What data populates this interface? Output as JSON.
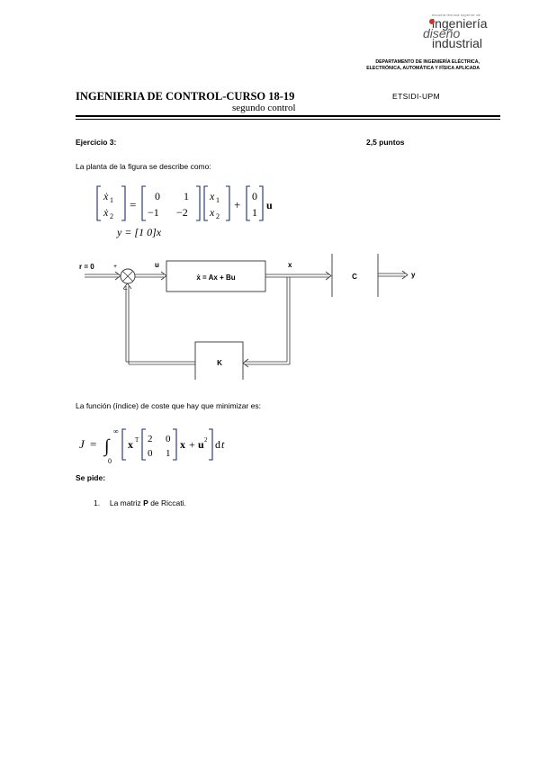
{
  "header": {
    "logo_small": "escuela técnica superior de",
    "logo_line1": "ingeniería",
    "logo_line2": "diseño",
    "logo_line3": "industrial",
    "dept_line1": "DEPARTAMENTO DE INGENIERÍA ELÉCTRICA,",
    "dept_line2": "ELECTRÓNICA, AUTOMÁTICA Y FÍSICA APLICADA",
    "course_title": "INGENIERIA DE CONTROL-CURSO 18-19",
    "subtitle": "segundo control",
    "school": "ETSIDI-UPM"
  },
  "exercise": {
    "title": "Ejercicio 3:",
    "points": "2,5 puntos",
    "intro": "La planta  de la figura se describe como:"
  },
  "state_eq": {
    "xdot1": "ẋ",
    "sub1": "1",
    "sub2": "2",
    "a11": "0",
    "a12": "1",
    "a21": "−1",
    "a22": "−2",
    "x": "x",
    "b1": "0",
    "b2": "1",
    "u": "u",
    "output": "y = [1   0]x"
  },
  "diagram": {
    "r_label": "r = 0",
    "plus_label": "+",
    "minus_label": "−",
    "u_label": "u",
    "plant_label": "ẋ = Ax + Bu",
    "x_label": "x",
    "c_label": "C",
    "y_label": "y",
    "k_label": "K"
  },
  "cost": {
    "intro": "La función (índice) de coste que hay que minimizar es:",
    "J": "J",
    "eq": "=",
    "upper": "∞",
    "lower": "0",
    "xT": "x",
    "T": "T",
    "q11": "2",
    "q12": "0",
    "q21": "0",
    "q22": "1",
    "tail_x": "x",
    "plus": "+",
    "u": "u",
    "sq": "2",
    "dt": "d",
    "t": "t"
  },
  "ask": {
    "title": "Se pide:",
    "item_num": "1.",
    "item_text_a": "La matriz ",
    "item_text_b": "P",
    "item_text_c": " de Riccati."
  }
}
